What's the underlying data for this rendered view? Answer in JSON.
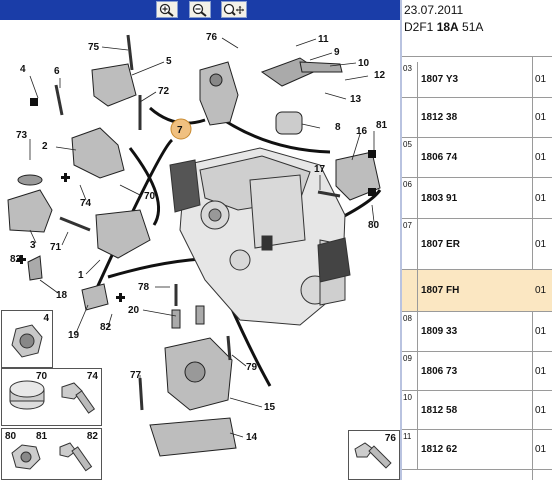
{
  "toolbar": {
    "buttons": [
      {
        "name": "zoom-in",
        "icon": "zoom-in-icon"
      },
      {
        "name": "zoom-out",
        "icon": "zoom-out-icon"
      },
      {
        "name": "zoom-pan",
        "icon": "zoom-pan-icon"
      }
    ]
  },
  "colors": {
    "toolbar": "#1a3da8",
    "highlight_row": "#fbe7c2",
    "callout_bubble": "#f0c080"
  },
  "diagram": {
    "callouts": [
      "75",
      "76",
      "11",
      "9",
      "10",
      "12",
      "13",
      "4",
      "6",
      "5",
      "72",
      "7",
      "8",
      "16",
      "81",
      "73",
      "2",
      "74",
      "70",
      "17",
      "3",
      "71",
      "1",
      "80",
      "82",
      "18",
      "78",
      "19",
      "82",
      "20",
      "79",
      "77",
      "15",
      "14"
    ],
    "detail_boxes": [
      {
        "labels": [
          "4"
        ]
      },
      {
        "labels": [
          "70",
          "74"
        ]
      },
      {
        "labels": [
          "80",
          "81",
          "82"
        ]
      },
      {
        "labels": [
          "76"
        ]
      }
    ]
  },
  "panel": {
    "date": "23.07.2011",
    "code_prefix": "D2F1",
    "code_bold": "18A",
    "code_suffix": "51A",
    "rows": [
      {
        "num": "03",
        "ref": "1807 Y3",
        "qty": "01"
      },
      {
        "num": "",
        "ref": "1812 38",
        "qty": "01"
      },
      {
        "num": "05",
        "ref": "1806 74",
        "qty": "01"
      },
      {
        "num": "06",
        "ref": "1803 91",
        "qty": "01"
      },
      {
        "num": "07",
        "ref": "1807 ER",
        "qty": "01"
      },
      {
        "num": "",
        "ref": "1807 FH",
        "qty": "01"
      },
      {
        "num": "08",
        "ref": "1809 33",
        "qty": "01"
      },
      {
        "num": "09",
        "ref": "1806 73",
        "qty": "01"
      },
      {
        "num": "10",
        "ref": "1812 58",
        "qty": "01"
      },
      {
        "num": "11",
        "ref": "1812 62",
        "qty": "01"
      }
    ]
  }
}
